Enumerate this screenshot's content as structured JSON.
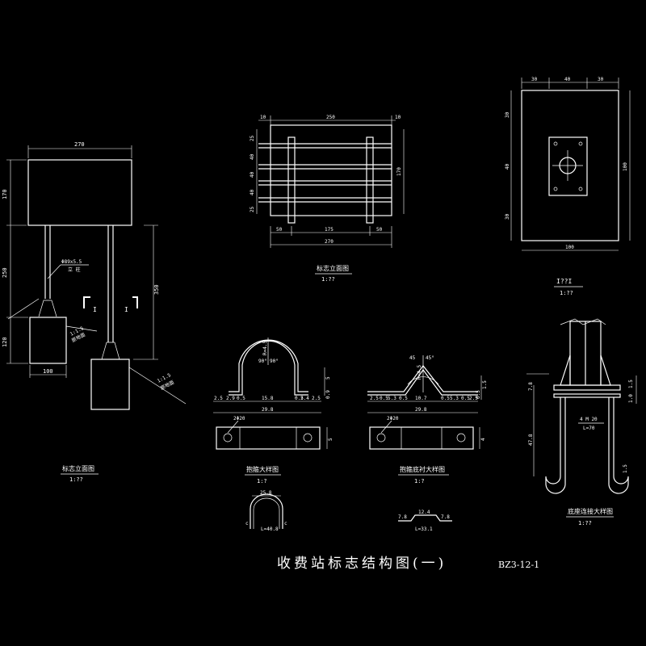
{
  "drawing": {
    "title": "收费站标志结构图(一)",
    "code": "BZ3-12-1"
  },
  "views": {
    "elevation_left": {
      "caption": "标志立面图",
      "scale": "1:??",
      "width": "270",
      "dim_170": "170",
      "dim_250": "250",
      "dim_120": "120",
      "dim_350": "350",
      "dim_100": "100",
      "post_label": "Φ89x5.5",
      "post_label2": "立 柱",
      "slope1": "1:1.5",
      "slope1b": "原地面",
      "slope2": "1:1.5",
      "slope2b": "原地面",
      "section_mark": "I"
    },
    "elevation_top": {
      "caption": "标志立面图",
      "scale": "1:??",
      "d10a": "10",
      "d250": "250",
      "d10b": "10",
      "d25a": "25",
      "d40a": "40",
      "d40b": "40",
      "d40c": "40",
      "d25b": "25",
      "d170": "170",
      "d50a": "50",
      "d175": "175",
      "d50b": "50",
      "d270": "270"
    },
    "base_plan": {
      "caption": "I??I",
      "scale": "1:??",
      "d30a": "30",
      "d40": "40",
      "d30b": "30",
      "d100": "100",
      "l30a": "30",
      "l40": "40",
      "l30b": "30",
      "r100": "100"
    },
    "clamp": {
      "caption": "抱箍大样图",
      "scale": "1:?",
      "d25": "2.5",
      "d29": "2.9",
      "d05": "0.5",
      "d158": "15.8",
      "d05b": "0.5",
      "d24": "2.4",
      "d25b": "2.5",
      "total": "29.8",
      "hole": "2Φ20",
      "angle": "90°",
      "angle2": "90°",
      "radius": "R=4.5",
      "h5": "5",
      "h09": "0.9",
      "w5": "5",
      "u_width": "25.8",
      "u_len": "L=40.8",
      "u_c1": "c",
      "u_c2": "c"
    },
    "liner": {
      "caption": "抱箍底衬大样图",
      "scale": "1:?",
      "angle": "45",
      "angle2": "45°",
      "radius": "R=4.5",
      "d25": "2.5",
      "d05": "0.5",
      "d53": "5.3",
      "d05b": "0.5",
      "d107": "10.7",
      "d05c": "0.5",
      "d53b": "5.3",
      "d05d": "0.5",
      "d25b": "2.5",
      "total": "29.8",
      "hole": "2Φ20",
      "h05": "0.5",
      "h15": "1.5",
      "w4": "4",
      "flat": "7.8",
      "mid": "12.4",
      "flat2": "7.8",
      "flen": "L=33.1"
    },
    "anchor": {
      "caption": "底座连接大样图",
      "scale": "1:??",
      "d78": "7.8",
      "d478": "47.8",
      "d15": "1.5",
      "d10": "1.0",
      "d15b": "1.5",
      "bolt": "4 M 20",
      "blen": "L=70"
    }
  }
}
